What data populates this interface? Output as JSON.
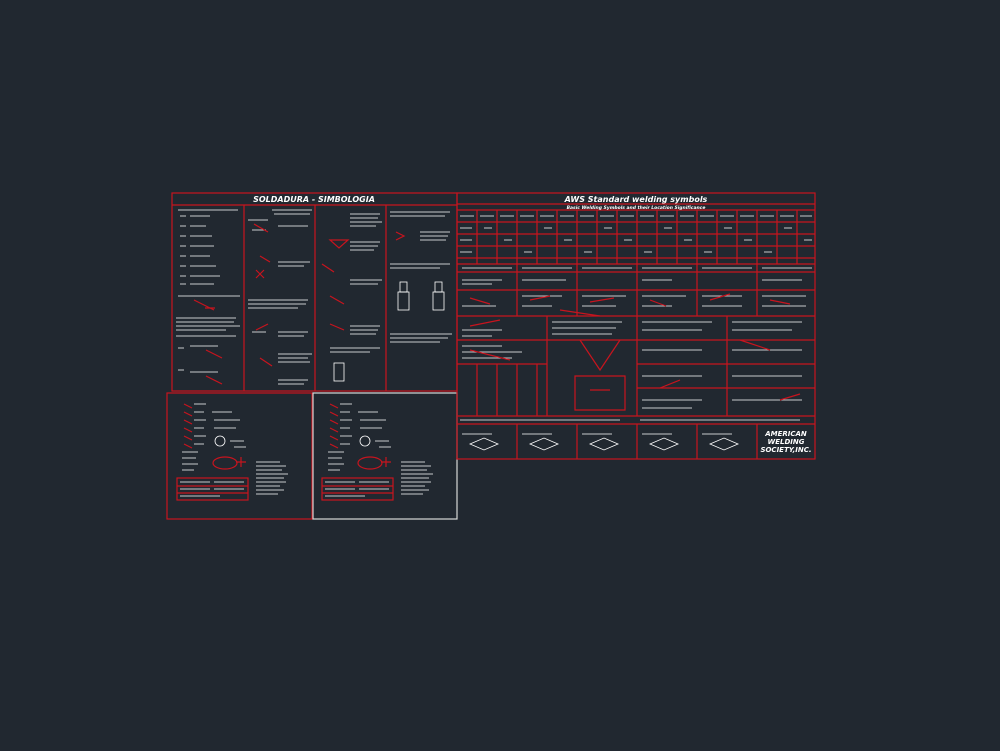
{
  "sheets": {
    "left_title": "SOLDADURA - SIMBOLOGIA",
    "right_title": "AWS Standard welding symbols",
    "right_subtitle": "Basic Welding Symbols and their Location Significance",
    "logo": [
      "AMERICAN",
      "WELDING",
      "SOCIETY,INC."
    ]
  },
  "colors": {
    "background": "#212830",
    "line": "#c8141e",
    "text": "#ffffff",
    "frame_white": "#d8d8d8"
  }
}
